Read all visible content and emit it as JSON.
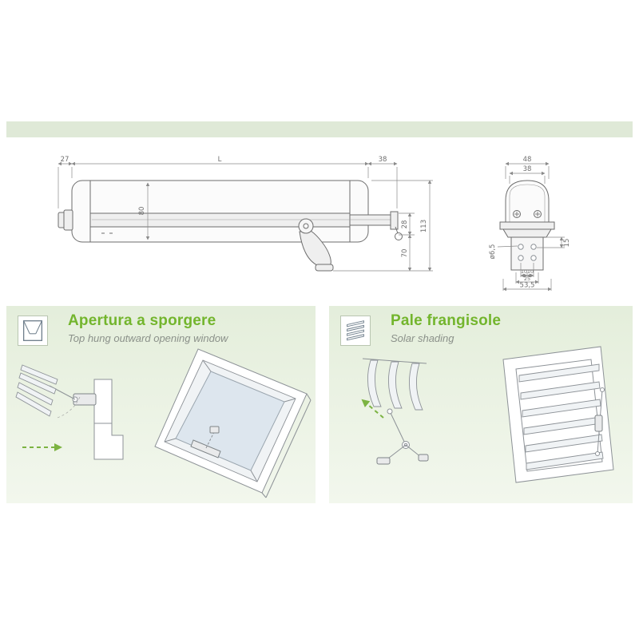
{
  "colors": {
    "accent_green": "#73b52d",
    "band_green": "#dfe9d7",
    "panel_green": "#e4eedb",
    "line_gray": "#6d6d6d",
    "dim_gray": "#8a8a8a"
  },
  "drawing": {
    "side": {
      "top_left": "27",
      "length": "L",
      "top_right": "38",
      "body_height": "80",
      "right_upper": "28",
      "right_lower": "70",
      "right_total": "113"
    },
    "end": {
      "width_outer": "48",
      "width_inner": "38",
      "hole_diameter": "ø6,5",
      "side_offset": "15",
      "pitch_a": "10",
      "pitch_b": "10",
      "base_inner": "25",
      "base_total": "53,5"
    }
  },
  "panels": [
    {
      "title": "Apertura a sporgere",
      "subtitle": "Top hung outward opening window"
    },
    {
      "title": "Pale frangisole",
      "subtitle": "Solar shading"
    }
  ]
}
